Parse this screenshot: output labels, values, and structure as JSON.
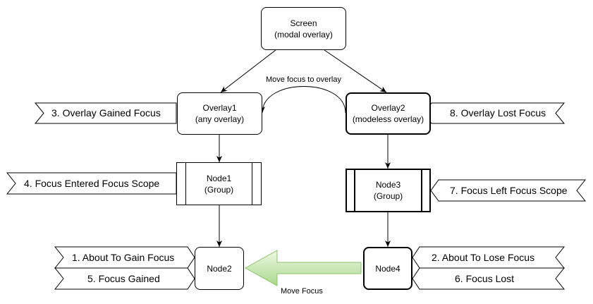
{
  "nodes": {
    "screen": {
      "line1": "Screen",
      "line2": "(modal overlay)"
    },
    "overlay1": {
      "line1": "Overlay1",
      "line2": "(any overlay)"
    },
    "overlay2": {
      "line1": "Overlay2",
      "line2": "(modeless overlay)"
    },
    "node1": {
      "line1": "Node1",
      "line2": "(Group)"
    },
    "node3": {
      "line1": "Node3",
      "line2": "(Group)"
    },
    "node2": {
      "line1": "Node2"
    },
    "node4": {
      "line1": "Node4"
    }
  },
  "events": {
    "overlay_gained": "3. Overlay Gained Focus",
    "focus_entered": "4. Focus Entered Focus Scope",
    "about_to_gain": "1. About To Gain Focus",
    "focus_gained": "5. Focus Gained",
    "overlay_lost": "8. Overlay Lost Focus",
    "focus_left": "7. Focus Left Focus Scope",
    "about_to_lose": "2. About To Lose Focus",
    "focus_lost": "6. Focus Lost"
  },
  "edges": {
    "move_to_overlay": "Move focus to overlay",
    "move_focus": "Move Focus"
  },
  "colors": {
    "arrow_fill_light": "#e8f5d8",
    "arrow_fill_dark": "#9bd27a",
    "arrow_stroke": "#7dbb5a"
  }
}
